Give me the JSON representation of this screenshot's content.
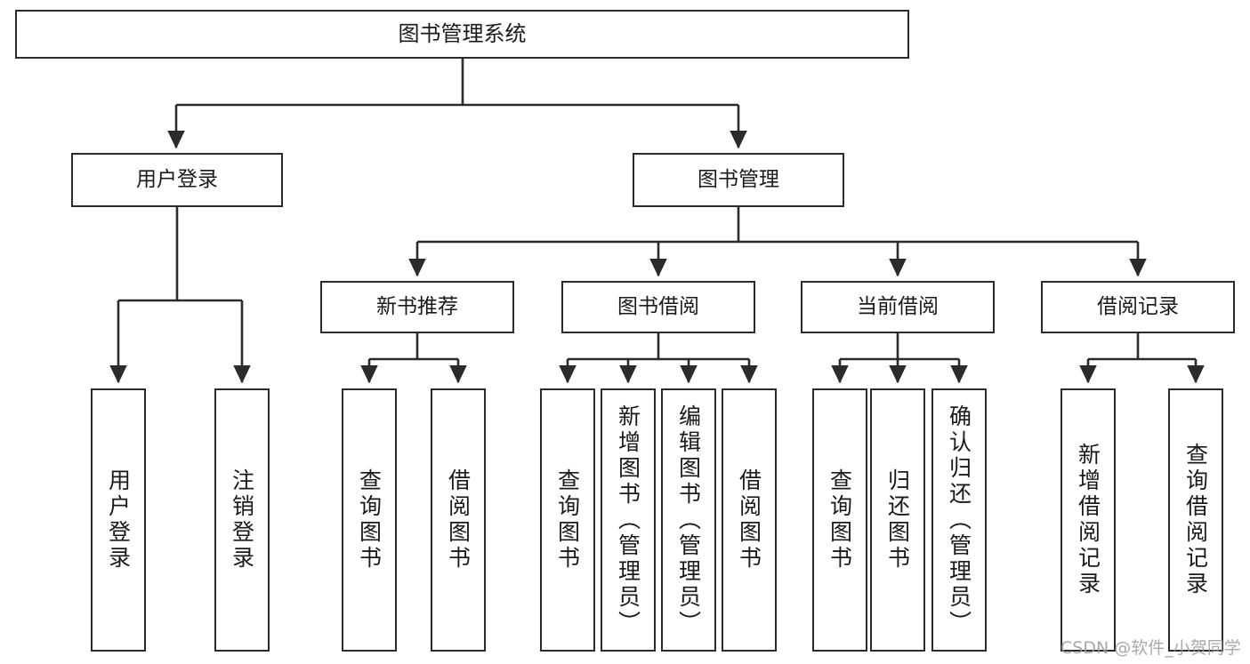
{
  "diagram": {
    "type": "tree-hierarchy",
    "title": "图书管理系统",
    "root": {
      "label": "图书管理系统"
    },
    "level1": [
      {
        "id": "user-login",
        "label": "用户登录"
      },
      {
        "id": "book-management",
        "label": "图书管理"
      }
    ],
    "level2": [
      {
        "id": "new-book-recommend",
        "label": "新书推荐",
        "parent": "book-management"
      },
      {
        "id": "book-borrow",
        "label": "图书借阅",
        "parent": "book-management"
      },
      {
        "id": "current-borrow",
        "label": "当前借阅",
        "parent": "book-management"
      },
      {
        "id": "borrow-record",
        "label": "借阅记录",
        "parent": "book-management"
      }
    ],
    "leaves": [
      {
        "id": "leaf-user-login",
        "label": "用户登录",
        "parent": "user-login"
      },
      {
        "id": "leaf-logout-login",
        "label": "注销登录",
        "parent": "user-login"
      },
      {
        "id": "leaf-query-book-1",
        "label": "查询图书",
        "parent": "new-book-recommend"
      },
      {
        "id": "leaf-borrow-book-1",
        "label": "借阅图书",
        "parent": "new-book-recommend"
      },
      {
        "id": "leaf-query-book-2",
        "label": "查询图书",
        "parent": "book-borrow"
      },
      {
        "id": "leaf-add-book",
        "label": "新增图书（管理员）",
        "parent": "book-borrow"
      },
      {
        "id": "leaf-edit-book",
        "label": "编辑图书（管理员）",
        "parent": "book-borrow"
      },
      {
        "id": "leaf-borrow-book-2",
        "label": "借阅图书",
        "parent": "book-borrow"
      },
      {
        "id": "leaf-query-book-3",
        "label": "查询图书",
        "parent": "current-borrow"
      },
      {
        "id": "leaf-return-book",
        "label": "归还图书",
        "parent": "current-borrow"
      },
      {
        "id": "leaf-confirm-return",
        "label": "确认归还（管理员）",
        "parent": "current-borrow"
      },
      {
        "id": "leaf-add-record",
        "label": "新增借阅记录",
        "parent": "borrow-record"
      },
      {
        "id": "leaf-query-record",
        "label": "查询借阅记录",
        "parent": "borrow-record"
      }
    ],
    "colors": {
      "stroke": "#2b2b2b",
      "fill": "#ffffff",
      "text": "#1a1a1a",
      "watermark": "#9a9a9a"
    }
  },
  "watermark": {
    "text": "CSDN @软件_小贺同学"
  }
}
